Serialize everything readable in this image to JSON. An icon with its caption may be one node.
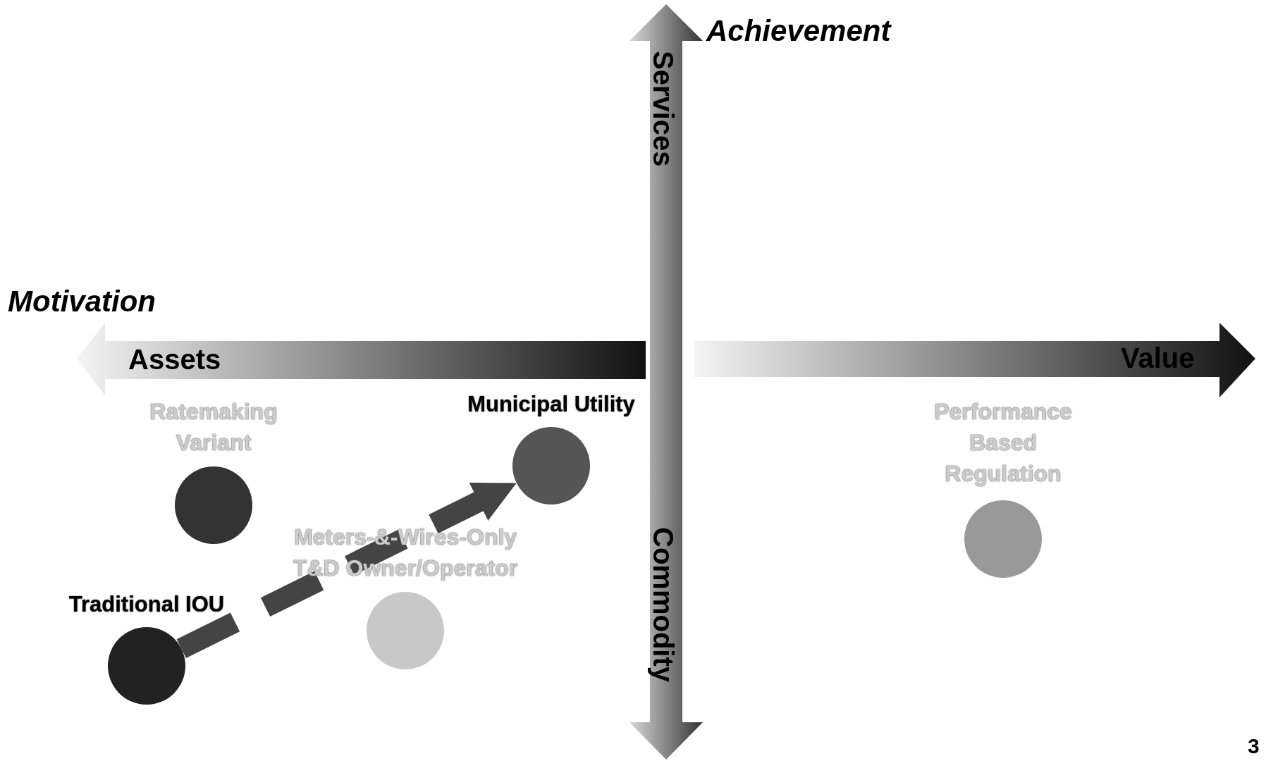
{
  "diagram": {
    "nodes": [
      {
        "text": [
          "Municipal Utility"
        ]
      },
      {
        "text": [
          "Ratemaking Variant"
        ]
      },
      {
        "text": [
          "Performance Based Regulation"
        ]
      },
      {
        "text": [
          "Meters-&-Wires-Only T&D Owner/Operator"
        ]
      },
      {
        "text": [
          "Traditional IOU"
        ]
      }
    ],
    "edges": [
      {
        "from": 4,
        "to": 0,
        "arrow": "to",
        "style": "dashed"
      }
    ],
    "labels": [
      "Achievement",
      "Services",
      "Motivation",
      "Assets",
      "Value",
      "Commodity",
      "3"
    ]
  }
}
